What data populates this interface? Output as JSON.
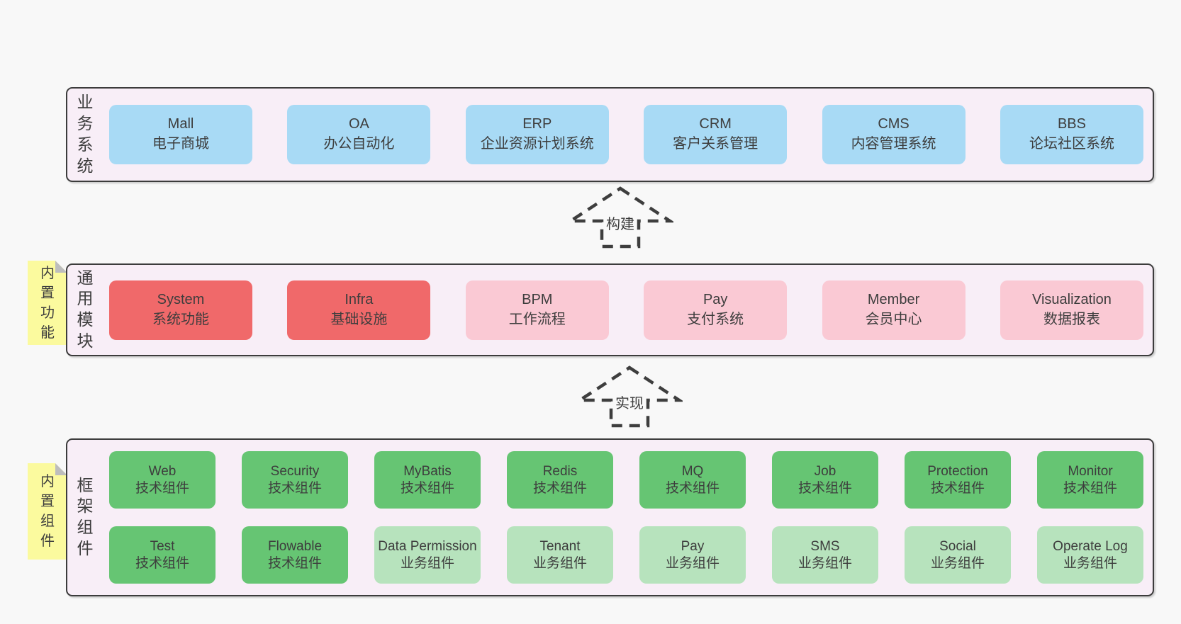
{
  "colors": {
    "page_bg": "#f8f8f8",
    "container_bg": "#f8eef7",
    "container_border": "#3c3c3c",
    "box_blue": "#a8daf5",
    "box_red": "#f0696a",
    "box_pink": "#fac9d4",
    "box_green": "#66c573",
    "box_light_green": "#b7e3bd",
    "sticky_yellow": "#fbfa9e",
    "sticky_fold": "#bdbdbd",
    "text": "#3d3d3d"
  },
  "sections": {
    "business": {
      "label": "业务系统",
      "items": [
        {
          "name": "Mall",
          "desc": "电子商城"
        },
        {
          "name": "OA",
          "desc": "办公自动化"
        },
        {
          "name": "ERP",
          "desc": "企业资源计划系统"
        },
        {
          "name": "CRM",
          "desc": "客户关系管理"
        },
        {
          "name": "CMS",
          "desc": "内容管理系统"
        },
        {
          "name": "BBS",
          "desc": "论坛社区系统"
        }
      ]
    },
    "modules": {
      "label": "通用模块",
      "sticky": "内置功能",
      "items": [
        {
          "name": "System",
          "desc": "系统功能"
        },
        {
          "name": "Infra",
          "desc": "基础设施"
        },
        {
          "name": "BPM",
          "desc": "工作流程"
        },
        {
          "name": "Pay",
          "desc": "支付系统"
        },
        {
          "name": "Member",
          "desc": "会员中心"
        },
        {
          "name": "Visualization",
          "desc": "数据报表"
        }
      ]
    },
    "components": {
      "label": "框架组件",
      "sticky": "内置组件",
      "row1": [
        {
          "name": "Web",
          "desc": "技术组件"
        },
        {
          "name": "Security",
          "desc": "技术组件"
        },
        {
          "name": "MyBatis",
          "desc": "技术组件"
        },
        {
          "name": "Redis",
          "desc": "技术组件"
        },
        {
          "name": "MQ",
          "desc": "技术组件"
        },
        {
          "name": "Job",
          "desc": "技术组件"
        },
        {
          "name": "Protection",
          "desc": "技术组件"
        },
        {
          "name": "Monitor",
          "desc": "技术组件"
        }
      ],
      "row2": [
        {
          "name": "Test",
          "desc": "技术组件"
        },
        {
          "name": "Flowable",
          "desc": "技术组件"
        },
        {
          "name": "Data Permission",
          "desc": "业务组件"
        },
        {
          "name": "Tenant",
          "desc": "业务组件"
        },
        {
          "name": "Pay",
          "desc": "业务组件"
        },
        {
          "name": "SMS",
          "desc": "业务组件"
        },
        {
          "name": "Social",
          "desc": "业务组件"
        },
        {
          "name": "Operate Log",
          "desc": "业务组件"
        }
      ]
    }
  },
  "arrows": {
    "build": {
      "label": "构建"
    },
    "implement": {
      "label": "实现"
    }
  }
}
